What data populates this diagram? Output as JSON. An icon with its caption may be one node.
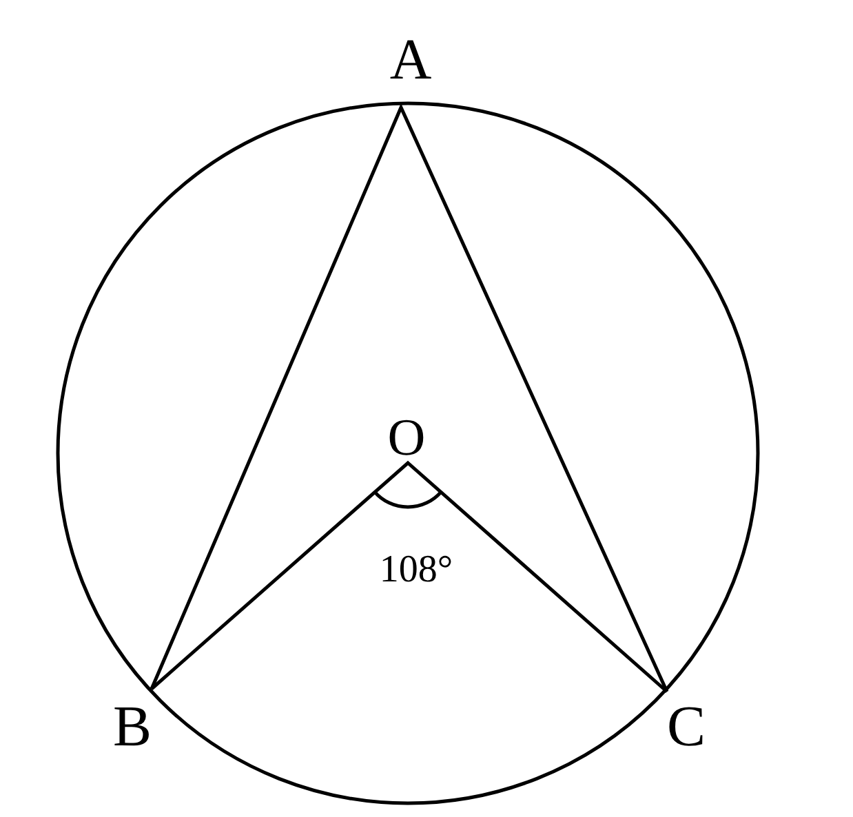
{
  "diagram": {
    "labels": [
      "A",
      "O",
      "108°",
      "B",
      "C"
    ]
  }
}
